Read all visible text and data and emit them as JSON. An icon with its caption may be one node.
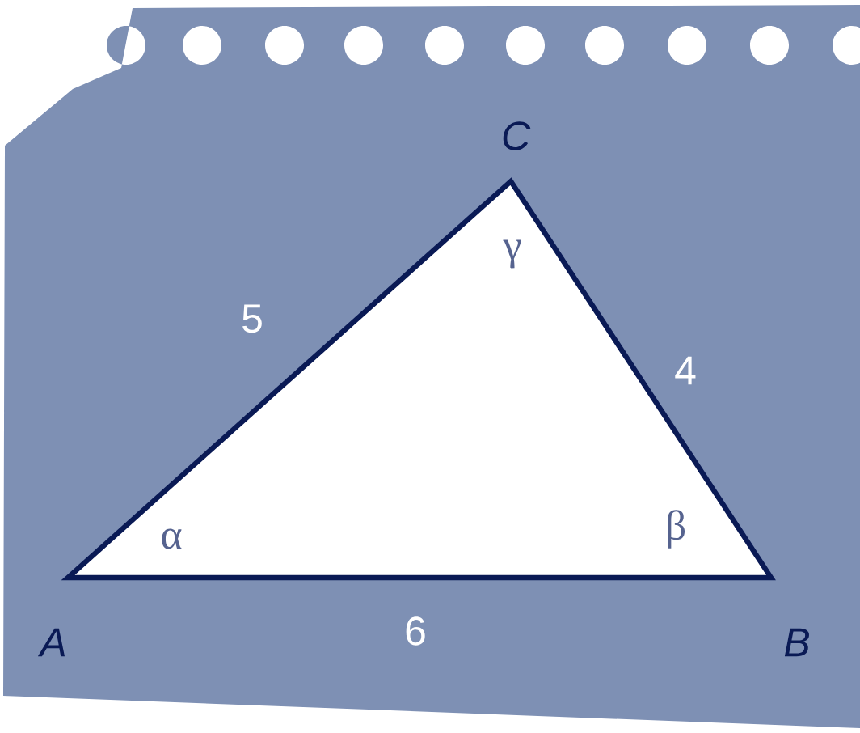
{
  "diagram": {
    "labels": [
      "C",
      "γ",
      "5",
      "4",
      "α",
      "β",
      "A",
      "6",
      "B"
    ]
  }
}
